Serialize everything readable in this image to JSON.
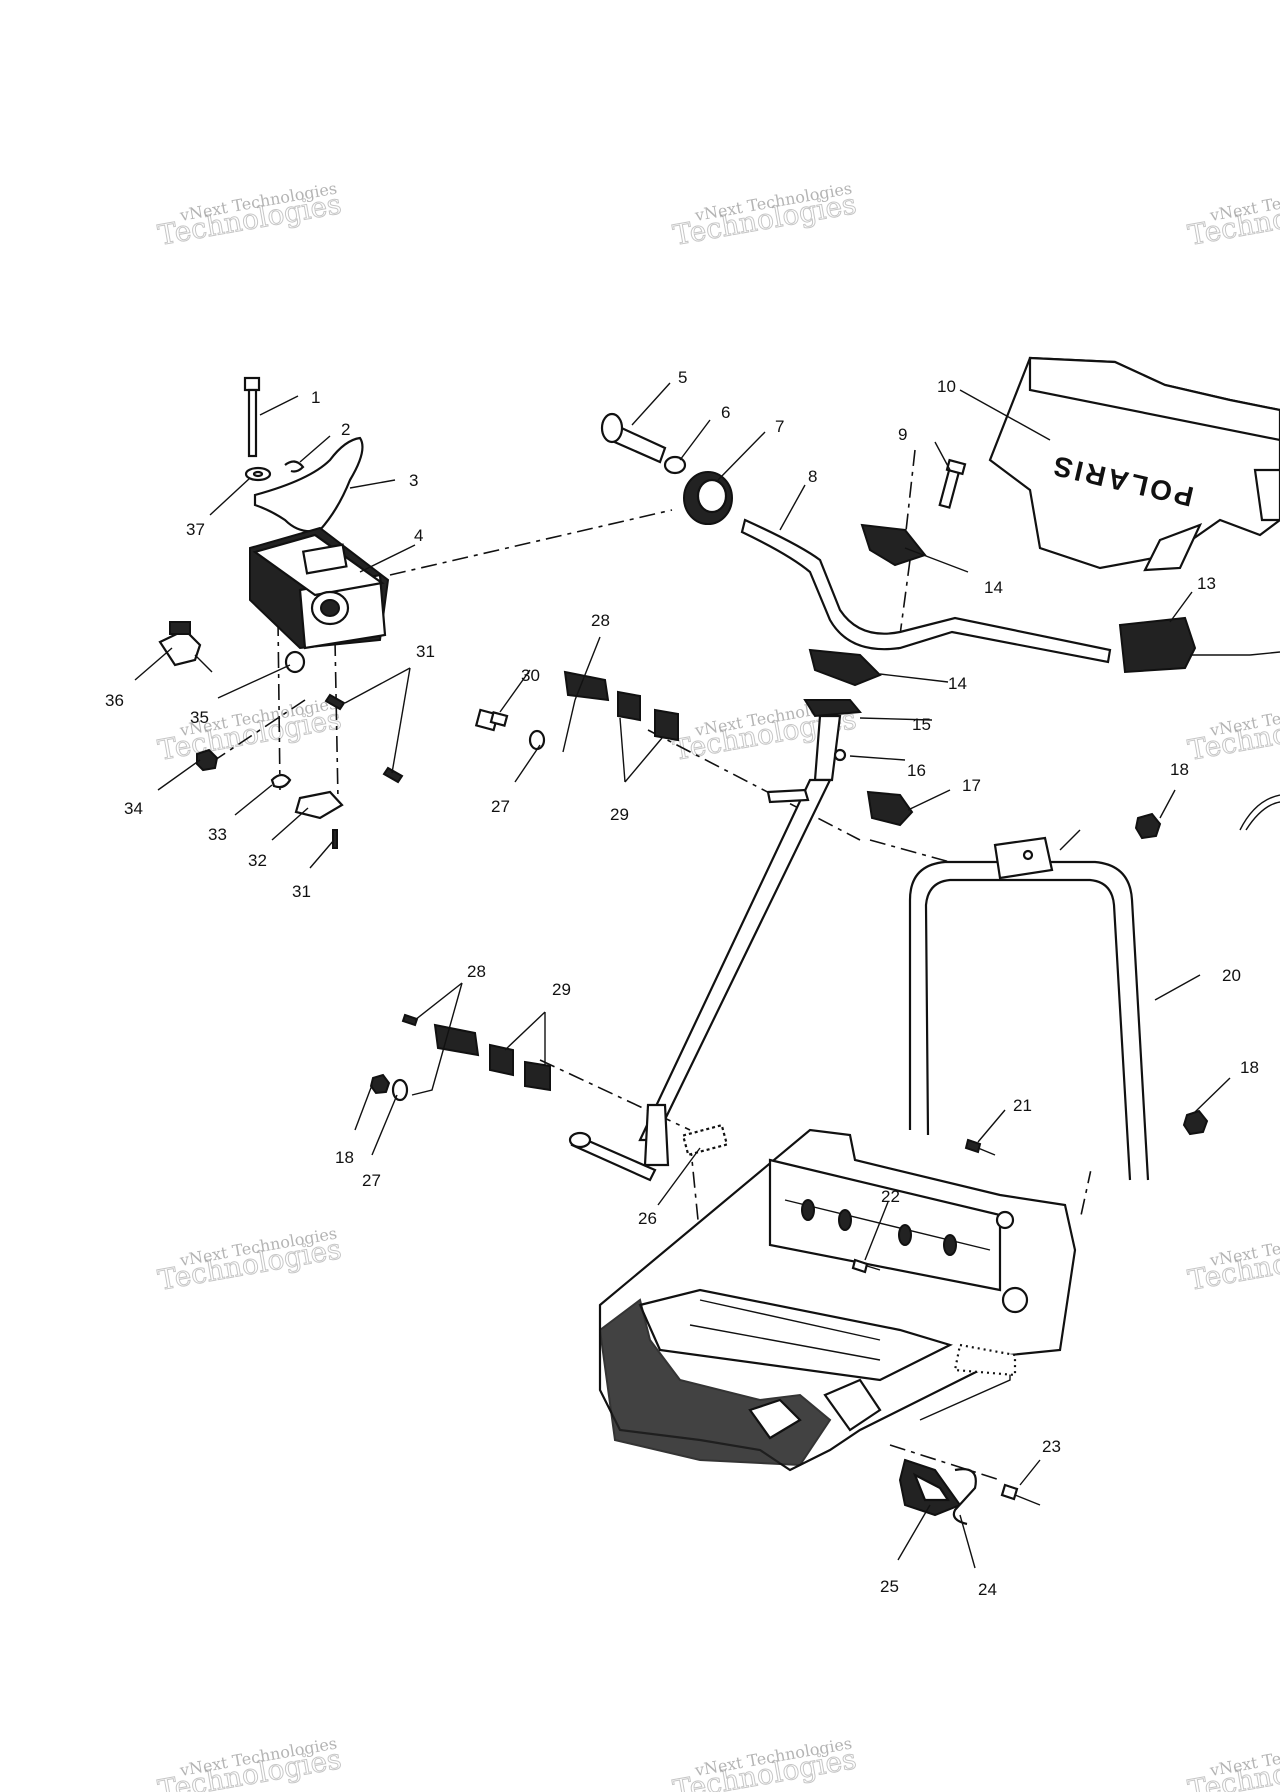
{
  "watermark": {
    "line1": "vNext Technologies",
    "line2": "Technologies"
  },
  "hood_text": "POLARIS",
  "callouts": [
    "1",
    "2",
    "3",
    "37",
    "4",
    "36",
    "35",
    "31",
    "34",
    "33",
    "32",
    "31",
    "5",
    "6",
    "7",
    "8",
    "9",
    "10",
    "14",
    "14",
    "13",
    "15",
    "16",
    "17",
    "18",
    "20",
    "28",
    "30",
    "27",
    "29",
    "28",
    "29",
    "18",
    "27",
    "26",
    "21",
    "22",
    "18",
    "23",
    "24",
    "25"
  ]
}
